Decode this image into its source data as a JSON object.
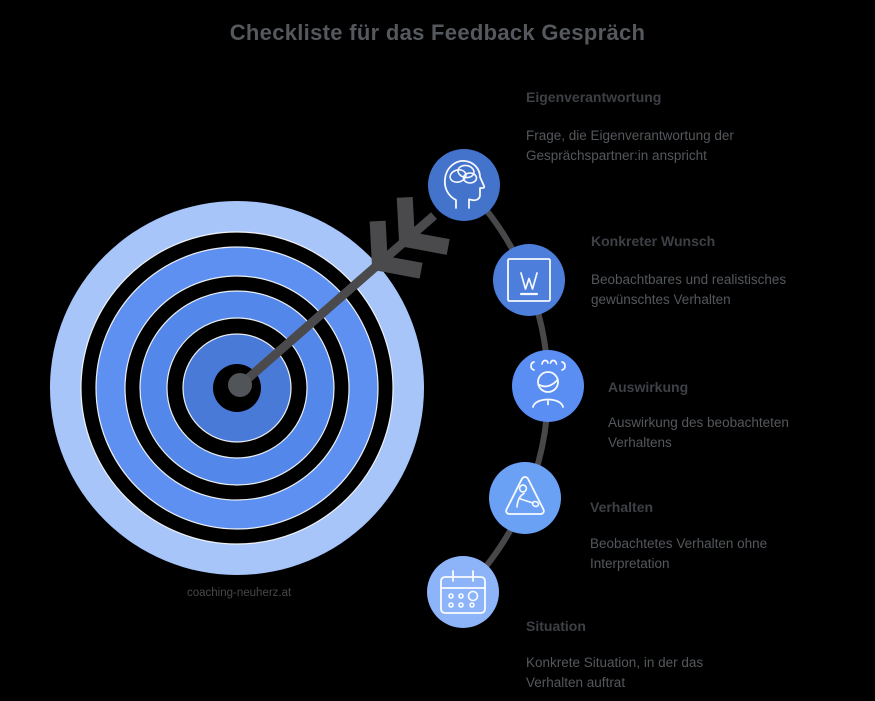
{
  "title": "Checkliste für das Feedback Gespräch",
  "watermark": "coaching-neuherz.at",
  "colors": {
    "background": "#000000",
    "title_text": "#55585c",
    "label_text": "#3d4145",
    "desc_text": "#54585c",
    "connector": "#48484b",
    "arrow": "#4a4a4d",
    "target_center_dot": "#515458",
    "target_rings": {
      "outer": "#a7c5f8",
      "ring2": "#5e90f2",
      "ring3": "#5387e9",
      "ring4": "#4a7ad8",
      "gap": "#000000"
    }
  },
  "steps": [
    {
      "label": "Eigenverantwortung",
      "description": "Frage, die Eigenverantwortung der Gesprächspartner:in anspricht",
      "icon": "head-brain-icon",
      "circle_color": "#4373cb"
    },
    {
      "label": "Konkreter Wunsch",
      "description": "Beobachtbares und realistisches gewünschtes Verhalten",
      "icon": "w-square-icon",
      "circle_color": "#4d7edb"
    },
    {
      "label": "Auswirkung",
      "description": "Auswirkung des beobachteten Verhaltens",
      "icon": "stressed-person-icon",
      "circle_color": "#5a8ef2"
    },
    {
      "label": "Verhalten",
      "description": "Beobachtetes Verhalten ohne Interpretation",
      "icon": "warning-person-icon",
      "circle_color": "#6ba1f5"
    },
    {
      "label": "Situation",
      "description": "Konkrete Situation, in der das Verhalten auftrat",
      "icon": "calendar-icon",
      "circle_color": "#8db4f8"
    }
  ]
}
